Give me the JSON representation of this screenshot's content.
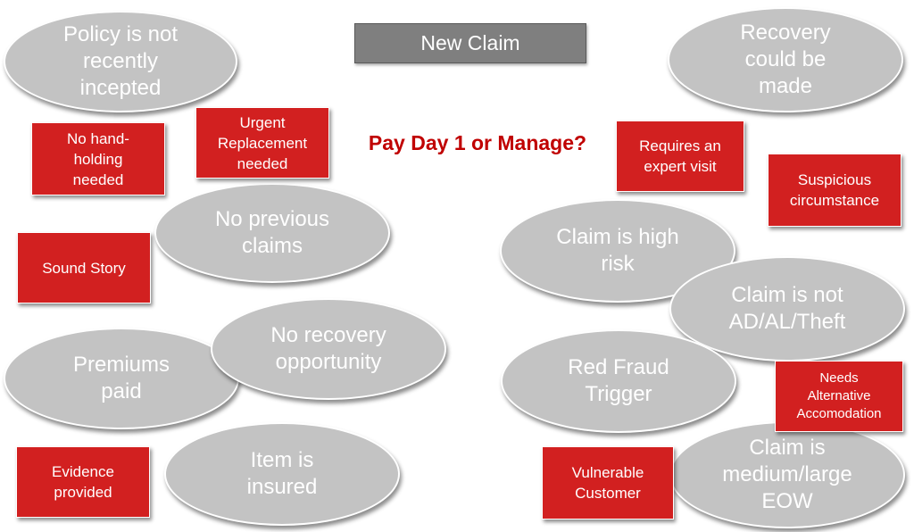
{
  "header": {
    "label": "New Claim"
  },
  "center_title": "Pay Day 1 or Manage?",
  "colors": {
    "ellipse_fill": "#c3c3c3",
    "box_fill": "#d22020",
    "header_fill": "#7f7f7f",
    "title_text": "#c00000"
  },
  "ellipses": {
    "policy": "Policy is not\nrecently\nincepted",
    "no_previous_claims": "No previous\nclaims",
    "premiums_paid": "Premiums\npaid",
    "no_recovery": "No recovery\nopportunity",
    "item_insured": "Item is\ninsured",
    "recovery_made": "Recovery\ncould be\nmade",
    "high_risk": "Claim is high\nrisk",
    "not_ad_al_theft": "Claim is not\nAD/AL/Theft",
    "red_fraud": "Red Fraud\nTrigger",
    "medium_large_eow": "Claim is\nmedium/large\nEOW"
  },
  "boxes": {
    "no_hand_holding": "No hand-\nholding\nneeded",
    "urgent_replacement": "Urgent\nReplacement\nneeded",
    "sound_story": "Sound Story",
    "evidence_provided": "Evidence\nprovided",
    "expert_visit": "Requires an\nexpert visit",
    "suspicious": "Suspicious\ncircumstance",
    "alternative_accommodation": "Needs\nAlternative\nAccomodation",
    "vulnerable_customer": "Vulnerable\nCustomer"
  }
}
